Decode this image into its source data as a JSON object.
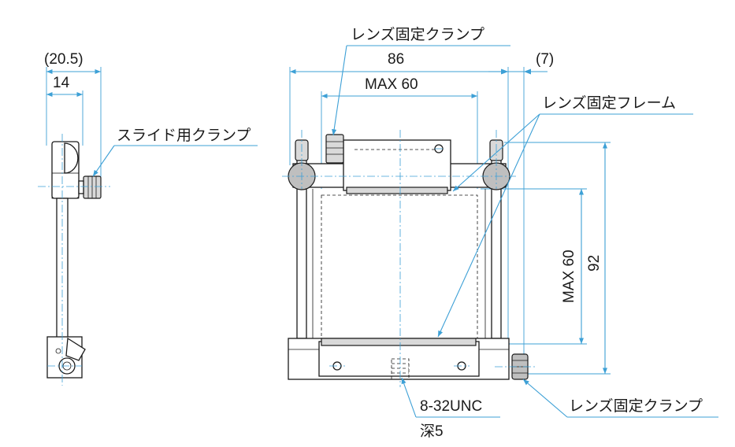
{
  "labels": {
    "side_width_ref": "(20.5)",
    "side_width": "14",
    "slide_clamp": "スライド用クランプ",
    "lens_clamp_top": "レンズ固定クランプ",
    "width_total": "86",
    "clamp_offset": "(7)",
    "max_width": "MAX 60",
    "lens_frame": "レンズ固定フレーム",
    "max_height": "MAX 60",
    "height_total": "92",
    "thread": "8-32UNC",
    "thread_depth": "深5",
    "lens_clamp_bottom": "レンズ固定クランプ"
  },
  "colors": {
    "dimension": "#3da0d6",
    "outline": "#1a1a1a",
    "fill_grey": "#d9d9d9"
  }
}
